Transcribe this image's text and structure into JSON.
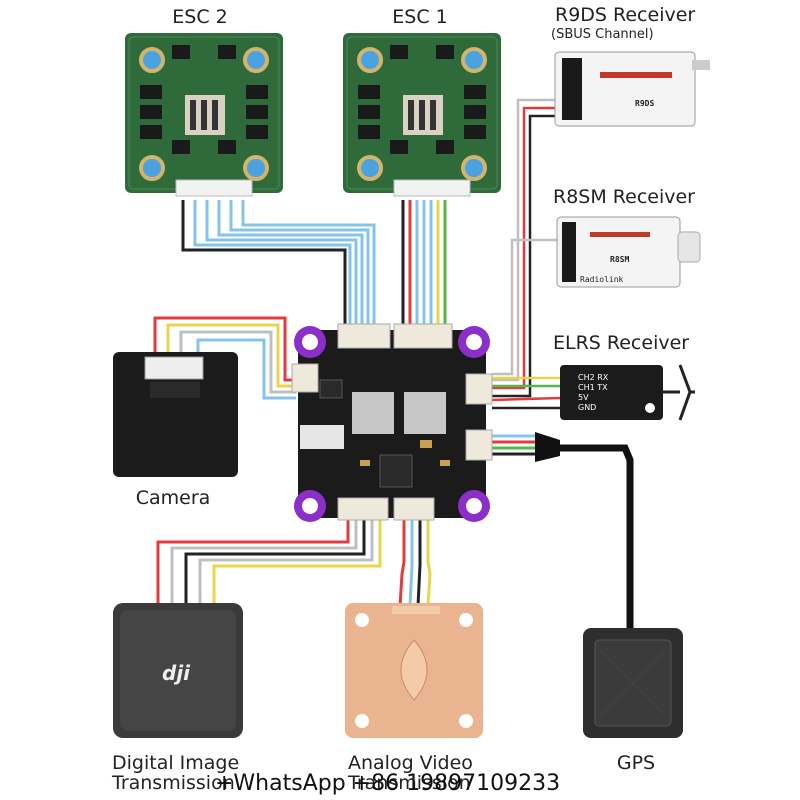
{
  "components": {
    "esc2": "ESC 2",
    "esc1": "ESC 1",
    "r9ds": "R9DS Receiver",
    "r9ds_sub": "(SBUS Channel)",
    "r8sm": "R8SM Receiver",
    "elrs": "ELRS Receiver",
    "camera": "Camera",
    "digital_line1": "Digital Image",
    "digital_line2": "Transmission",
    "analog_line1": "Analog Video",
    "analog_line2": "Transmission",
    "gps": "GPS"
  },
  "elrs_pins": [
    "CH2 RX",
    "CH1 TX",
    "5V",
    "GND"
  ],
  "device_marks": {
    "r9ds": "R9DS",
    "r8sm": "R8SM",
    "radiolink": "Radiolink",
    "dji": "dji"
  },
  "watermark": "+WhatsApp +86 19897109233",
  "colors": {
    "pcb_green": "#2f6b3a",
    "fc_black": "#1b1b1b",
    "purple_pad": "#8a2fc9",
    "wire_blue": "#86c3ea",
    "wire_red": "#e23b3b",
    "wire_yellow": "#e8d44d",
    "wire_green": "#56b64a",
    "wire_black": "#222222",
    "wire_gray": "#bfbfbf",
    "vtx_copper": "#e9b48f"
  }
}
